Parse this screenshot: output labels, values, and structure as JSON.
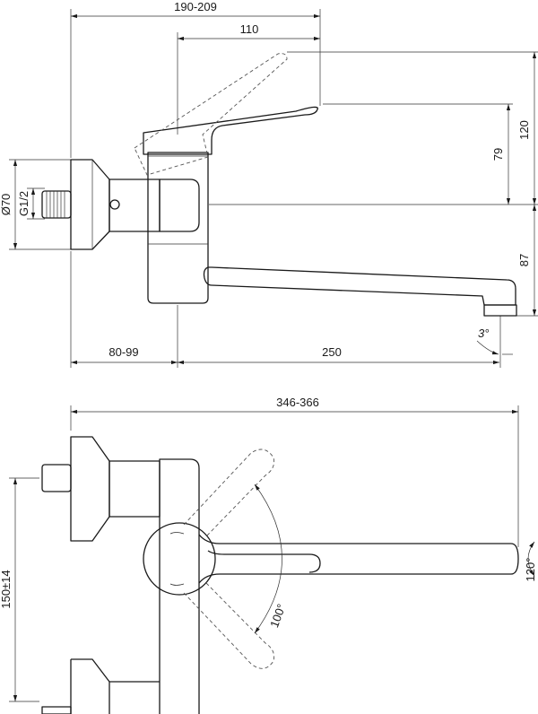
{
  "side_view": {
    "dim_total_depth": "190-209",
    "dim_lever_offset": "110",
    "dim_lever_height_max": "120",
    "dim_lever_height": "79",
    "dim_spout_drop": "87",
    "dim_wall_to_body": "80-99",
    "dim_spout_reach": "250",
    "angle_spout": "3°",
    "dim_plate_diameter": "Ø70",
    "dim_thread": "G1/2"
  },
  "top_view": {
    "dim_total_width": "346-366",
    "dim_inlet_spacing": "150±14",
    "angle_lever": "100°",
    "angle_spout_swivel": "120°"
  },
  "colors": {
    "line": "#1a1a1a",
    "background": "#ffffff"
  }
}
